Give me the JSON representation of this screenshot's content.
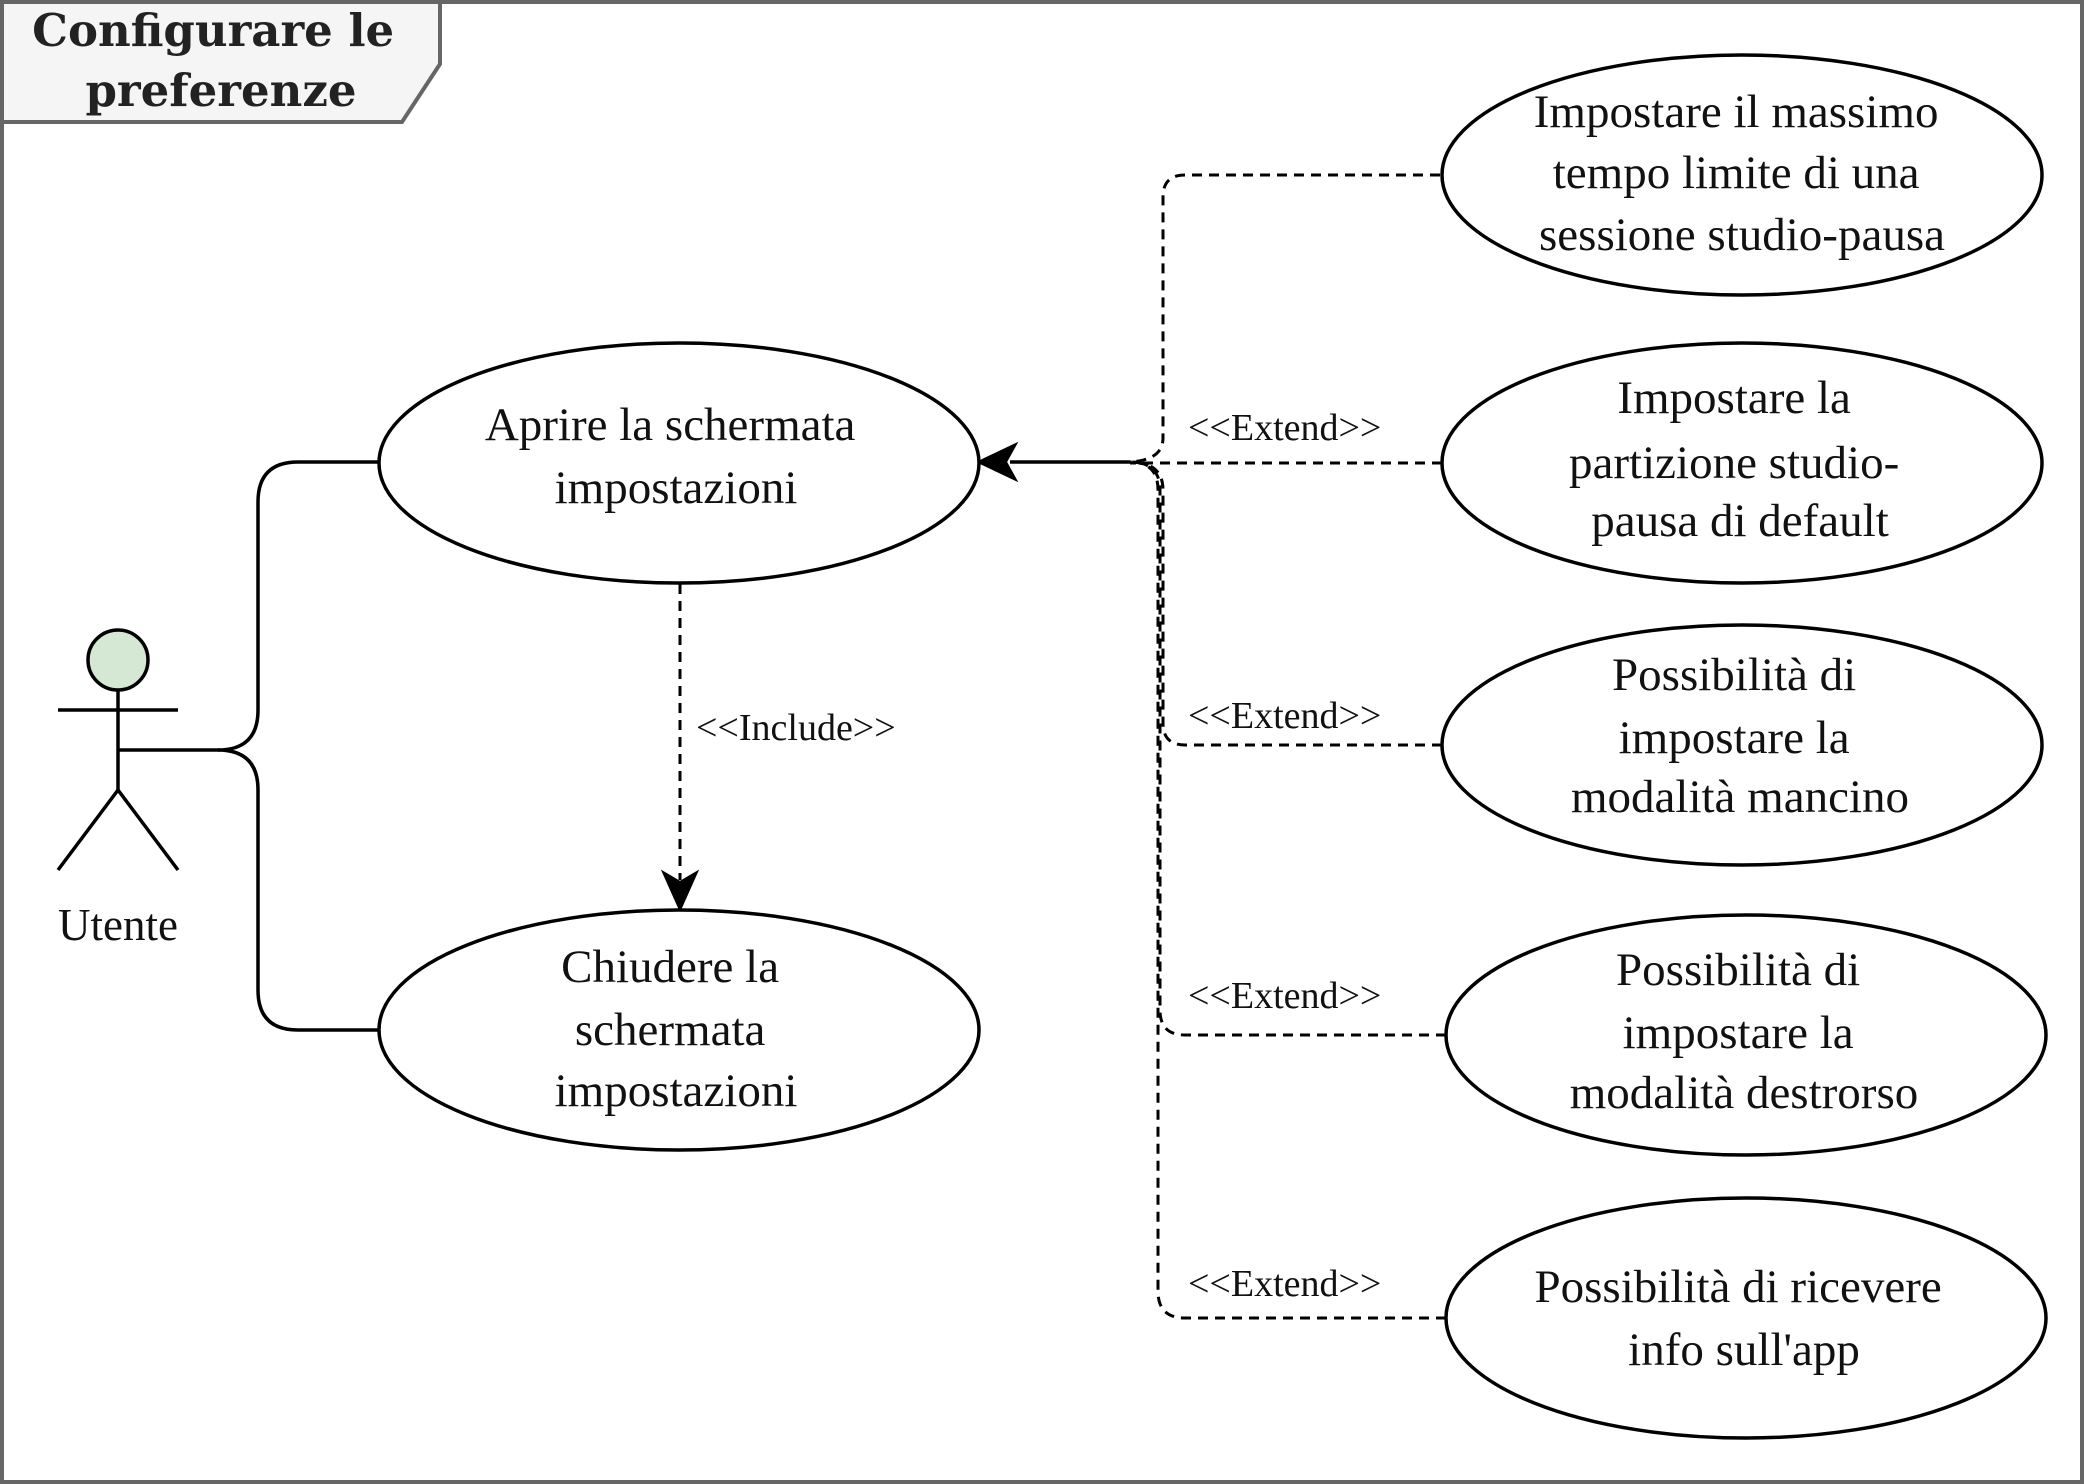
{
  "frame": {
    "title_lines": [
      "Configurare le",
      "preferenze"
    ]
  },
  "actor": {
    "label": "Utente",
    "head_color": "#d5e8d4"
  },
  "use_cases": {
    "open_settings": [
      "Aprire la schermata",
      "impostazioni"
    ],
    "close_settings": [
      "Chiudere la",
      "schermata",
      "impostazioni"
    ],
    "max_time": [
      "Impostare il massimo",
      "tempo limite di una",
      "sessione studio-pausa"
    ],
    "default_partition": [
      "Impostare la",
      "partizione studio-",
      "pausa di default"
    ],
    "left_hand_mode": [
      "Possibilità di",
      "impostare la",
      "modalità mancino"
    ],
    "right_hand_mode": [
      "Possibilità di",
      "impostare la",
      "modalità destrorso"
    ],
    "app_info": [
      "Possibilità di ricevere",
      "info sull'app"
    ]
  },
  "relations": {
    "include_label": "<<Include>>",
    "extend_labels": [
      "<<Extend>>",
      "<<Extend>>",
      "<<Extend>>",
      "<<Extend>>"
    ]
  }
}
